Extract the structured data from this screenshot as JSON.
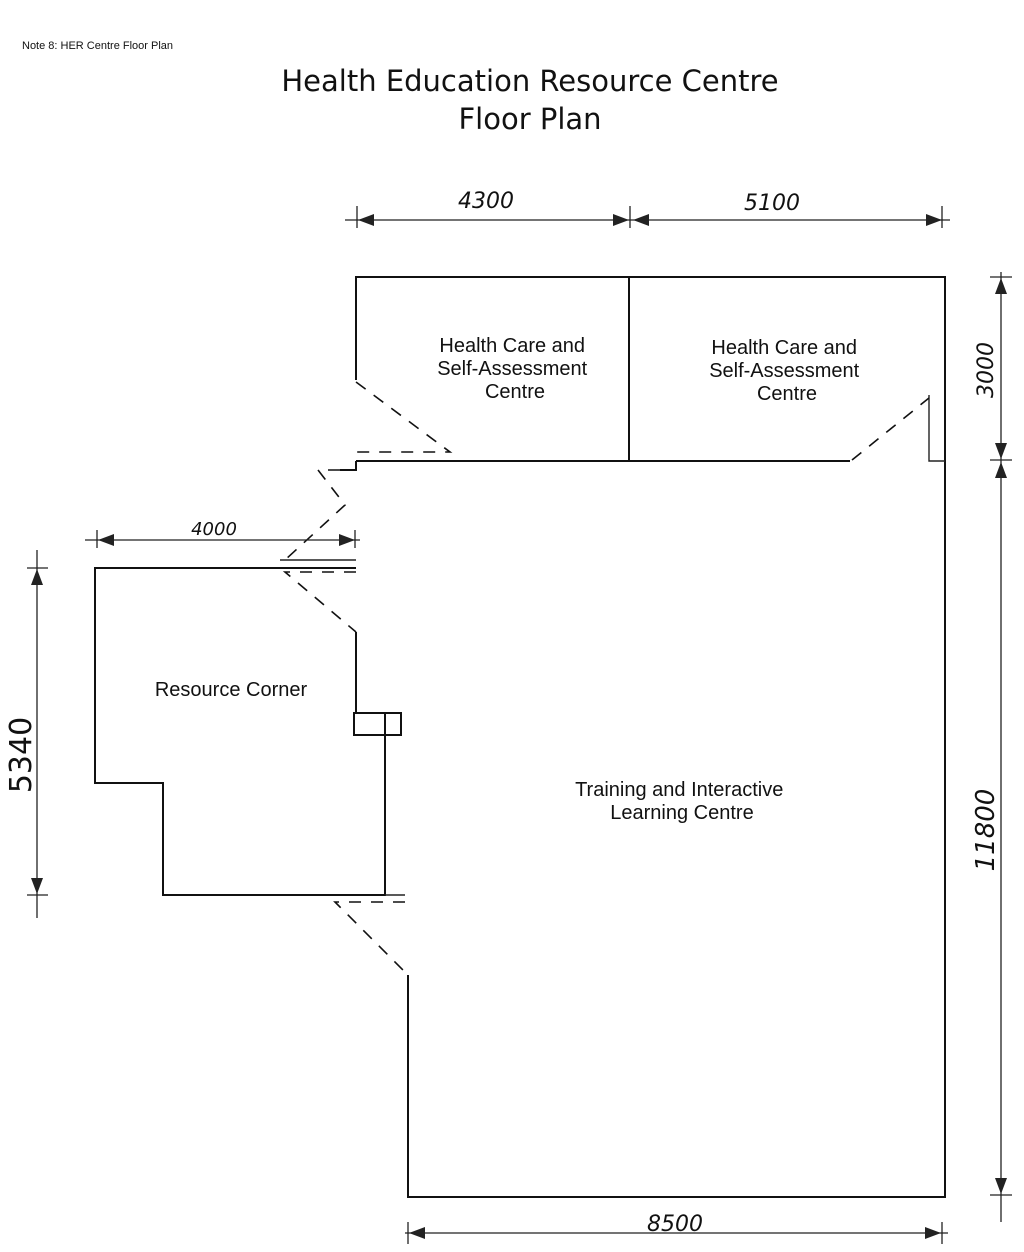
{
  "note": "Note 8: HER Centre Floor Plan",
  "title": {
    "line1": "Health Education Resource Centre",
    "line2": "Floor Plan"
  },
  "rooms": {
    "hc_left": [
      "Health Care and",
      "Self-Assessment",
      "Centre"
    ],
    "hc_right": [
      "Health Care and",
      "Self-Assessment",
      "Centre"
    ],
    "resource_corner": "Resource Corner",
    "training": [
      "Training and Interactive",
      "Learning Centre"
    ]
  },
  "dimensions": {
    "top_left": "4300",
    "top_right": "5100",
    "right_top": "3000",
    "right_main": "11800",
    "left_width": "4000",
    "left_height": "5340",
    "bottom": "8500"
  }
}
